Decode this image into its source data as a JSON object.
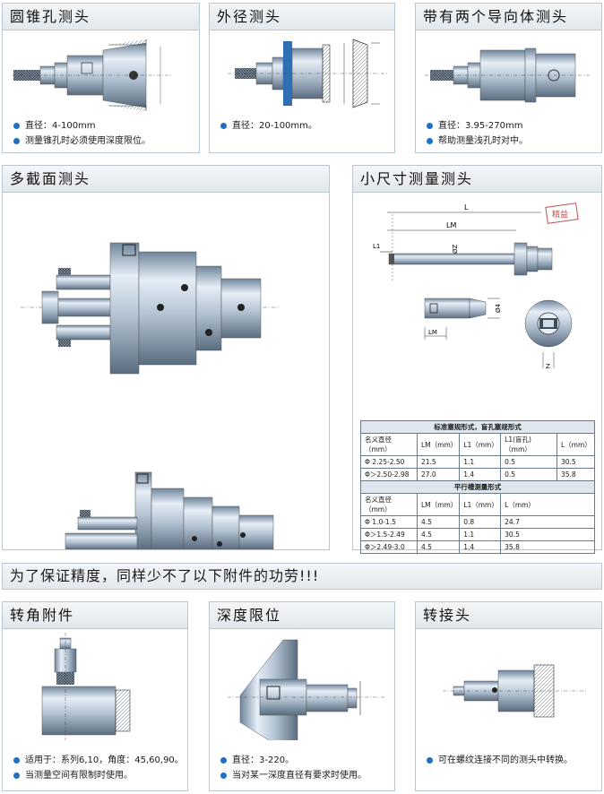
{
  "panels": {
    "cone": {
      "title": "圆锥孔测头",
      "bullets": [
        "直径：4-100mm",
        "测量锥孔时必须使用深度限位。"
      ]
    },
    "outer": {
      "title": "外径测头",
      "bullets": [
        "直径：20-100mm。"
      ]
    },
    "guides": {
      "title": "带有两个导向体测头",
      "bullets": [
        "直径：3.95-270mm",
        "帮助测量浅孔时对中。"
      ]
    },
    "multi": {
      "title": "多截面测头"
    },
    "small": {
      "title": "小尺寸测量测头",
      "labels": {
        "L": "L",
        "LM": "LM",
        "L1": "L1",
        "phiZ": "ØZ",
        "phi4": "Ø4",
        "LM2": "LM",
        "z": "Z",
        "stamp": "精益"
      }
    },
    "corner": {
      "title": "转角附件",
      "bullets": [
        "适用于：系列6,10，角度：45,60,90。",
        "当测量空间有限制时使用。"
      ]
    },
    "depth": {
      "title": "深度限位",
      "bullets": [
        "直径：3-220。",
        "当对某一深度直径有要求时使用。"
      ]
    },
    "adapter": {
      "title": "转接头",
      "bullets": [
        "可在螺纹连接不同的测头中转换。"
      ]
    }
  },
  "banner": {
    "text": "为了保证精度，同样少不了以下附件的功劳!!!"
  },
  "table": {
    "group1": "标准塞规形式，盲孔塞规形式",
    "head1": [
      "名义直径（mm）",
      "LM（mm）",
      "L1（mm）",
      "L1(盲孔)（mm）",
      "L（mm）"
    ],
    "rows1": [
      [
        "Φ  2.25-2.50",
        "21.5",
        "1.1",
        "0.5",
        "30.5"
      ],
      [
        "Φ＞2.50-2.98",
        "27.0",
        "1.4",
        "0.5",
        "35.8"
      ]
    ],
    "group2": "平行槽测量形式",
    "head2": [
      "名义直径（mm）",
      "LM（mm）",
      "L1（mm）",
      "L（mm）"
    ],
    "rows2": [
      [
        "Φ  1.0-1.5",
        "4.5",
        "0.8",
        "24.7"
      ],
      [
        "Φ＞1.5-2.49",
        "4.5",
        "1.1",
        "30.5"
      ],
      [
        "Φ＞2.49-3.0",
        "4.5",
        "1.4",
        "35.8"
      ]
    ]
  },
  "colors": {
    "accent": "#1f6fc2",
    "steel": "#9fb3c8"
  }
}
